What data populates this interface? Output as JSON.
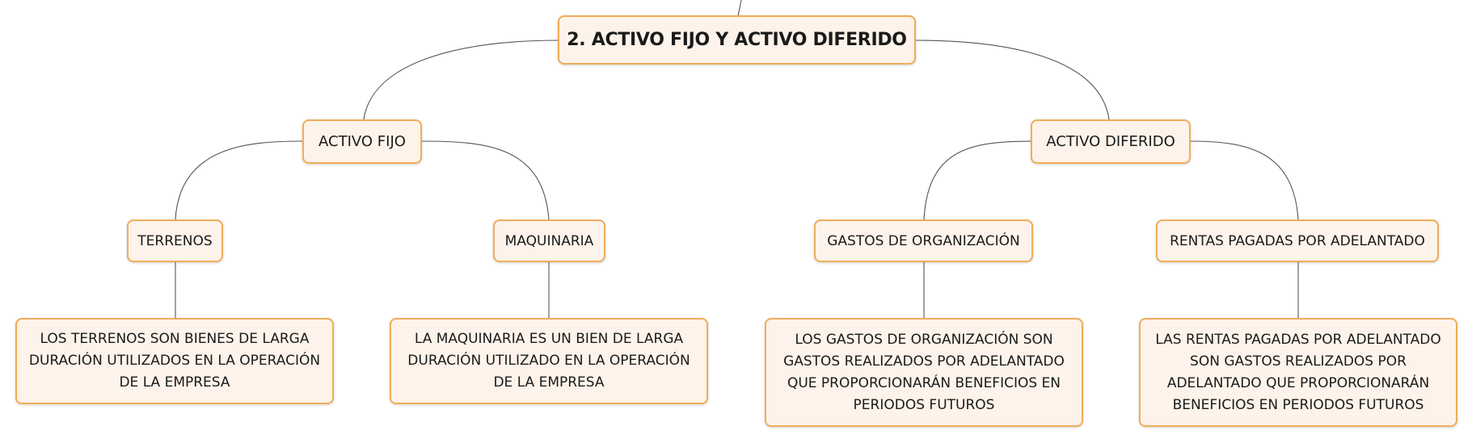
{
  "diagram": {
    "root": "2. ACTIVO FIJO Y ACTIVO DIFERIDO",
    "branches": [
      {
        "label": "ACTIVO FIJO",
        "children": [
          {
            "label": "TERRENOS",
            "description": "LOS TERRENOS SON BIENES DE LARGA DURACIÓN UTILIZADOS EN LA OPERACIÓN DE LA EMPRESA"
          },
          {
            "label": "MAQUINARIA",
            "description": "LA MAQUINARIA ES UN BIEN DE LARGA DURACIÓN UTILIZADO EN LA OPERACIÓN DE LA EMPRESA"
          }
        ]
      },
      {
        "label": "ACTIVO DIFERIDO",
        "children": [
          {
            "label": "GASTOS DE ORGANIZACIÓN",
            "description": "LOS GASTOS DE ORGANIZACIÓN SON GASTOS REALIZADOS POR ADELANTADO QUE PROPORCIONARÁN BENEFICIOS EN PERIODOS FUTUROS"
          },
          {
            "label": "RENTAS PAGADAS POR ADELANTADO",
            "description": "LAS RENTAS PAGADAS POR ADELANTADO SON GASTOS REALIZADOS POR ADELANTADO QUE PROPORCIONARÁN BENEFICIOS EN PERIODOS FUTUROS"
          }
        ]
      }
    ]
  },
  "colors": {
    "node_fill": "#fdf3ea",
    "node_border": "#f0ad5a",
    "connector": "#555555"
  }
}
